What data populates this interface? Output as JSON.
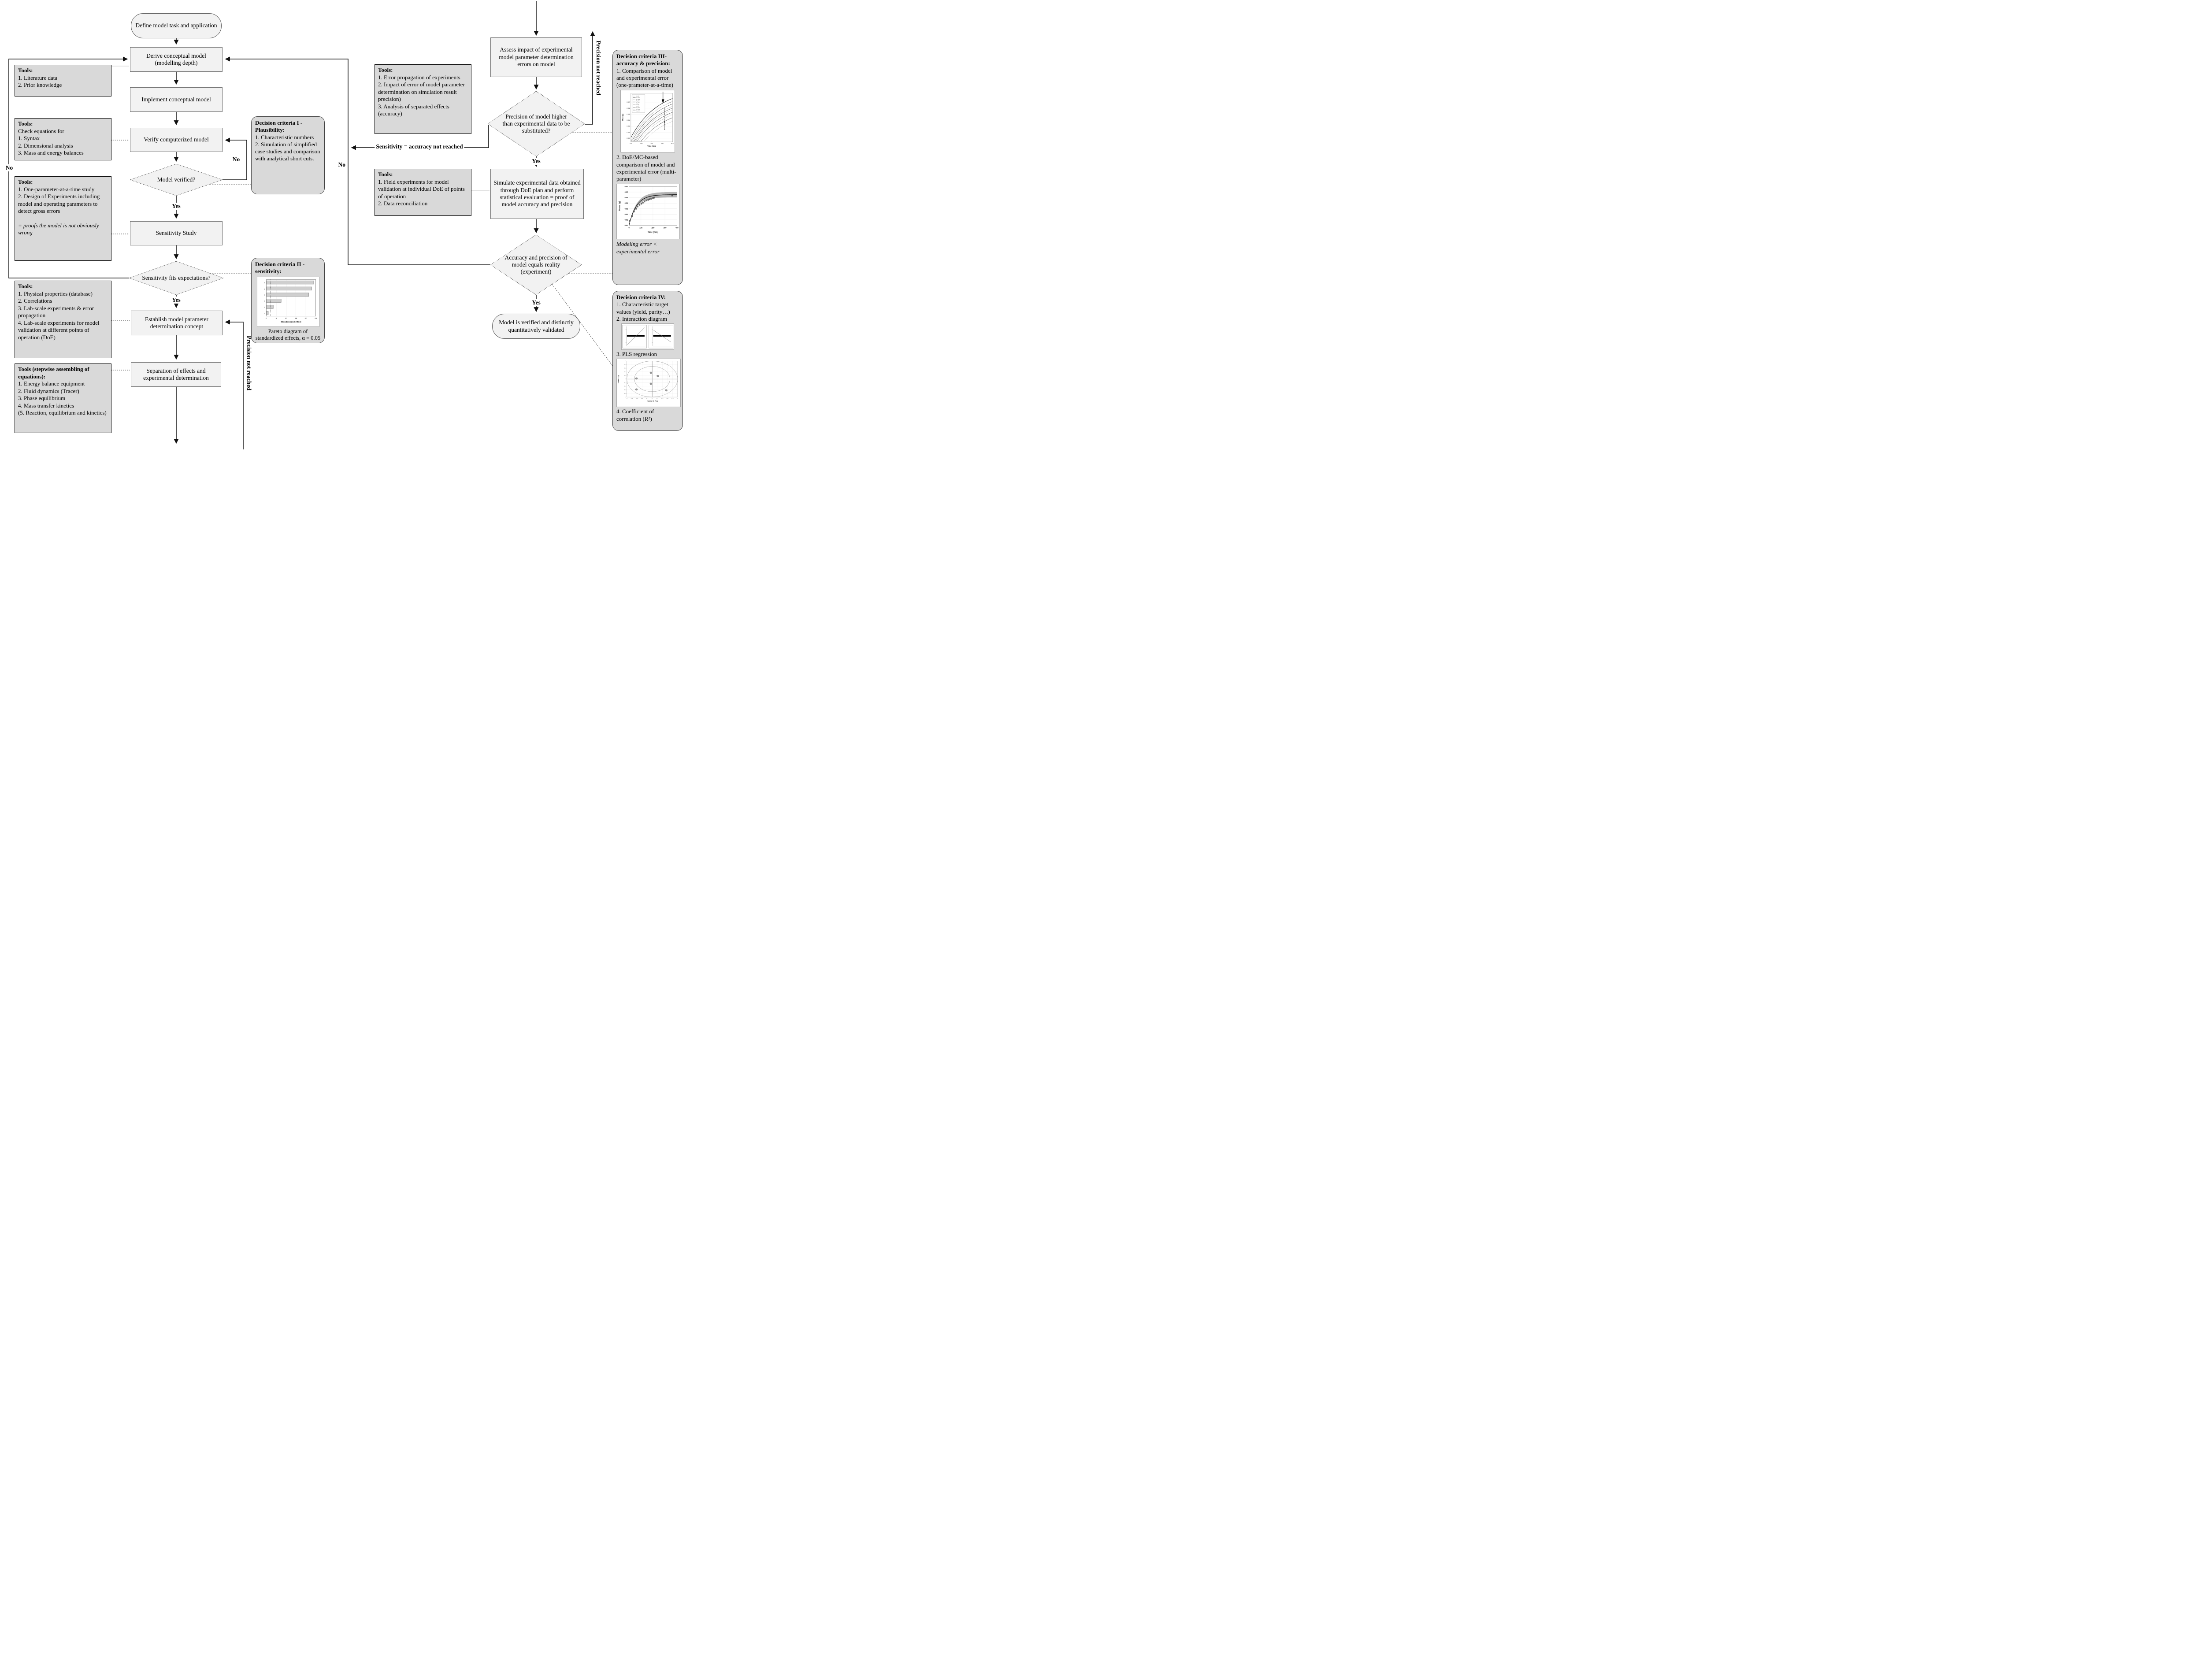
{
  "labels": {
    "yes": "Yes",
    "no": "No",
    "sensitivity_accuracy": "Sensitivity = accuracy not reached",
    "precision_not_reached": "Precision not reached"
  },
  "flow": {
    "start": "Define model task and application",
    "derive": "Derive conceptual model (modelling depth)",
    "implement": "Implement conceptual model",
    "verify": "Verify computerized model",
    "model_verified": "Model verified?",
    "sensitivity_study": "Sensitivity Study",
    "sensitivity_fits": "Sensitivity fits expectations?",
    "establish": "Establish model parameter determination concept",
    "separation": "Separation of effects and experimental determination",
    "assess": "Assess impact of experimental model parameter determination errors on model",
    "precision_higher": "Precision of model higher than experimental data to be substituted?",
    "simulate": "Simulate experimental data obtained through DoE plan and perform statistical evaluation = proof of model accuracy and precision",
    "accuracy_equals": "Accuracy and precision of model equals reality (experiment)",
    "validated": "Model is verified and distinctly quantitatively validated"
  },
  "tools_literature": {
    "title": "Tools:",
    "items": [
      "1. Literature data",
      "2. Prior knowledge"
    ]
  },
  "tools_equations": {
    "title": "Tools:",
    "items": [
      "Check equations for",
      "1. Syntax",
      "2. Dimensional analysis",
      "3. Mass and energy balances"
    ]
  },
  "tools_gross_errors": {
    "title": "Tools:",
    "items": [
      "1. One-parameter-at-a-time study",
      "2. Design of Experiments including model and operating parameters to detect gross errors"
    ],
    "note": "= proofs the model is not obviously wrong"
  },
  "tools_parameters": {
    "title": "Tools:",
    "items": [
      "1. Physical properties (database)",
      "2. Correlations",
      "3. Lab-scale experiments & error propagation",
      "4. Lab-scale experiments for model validation at different points of operation (DoE)"
    ]
  },
  "tools_stepwise": {
    "title": "Tools (stepwise assembling of equations):",
    "items": [
      "1. Energy balance equipment",
      "2. Fluid dynamics (Tracer)",
      "3. Phase equilibrium",
      "4. Mass transfer kinetics",
      "(5. Reaction, equilibrium and kinetics)"
    ]
  },
  "tools_error_prop": {
    "title": "Tools:",
    "items": [
      "1. Error propagation of experiments",
      "2. Impact of error of model parameter determination on simulation result precision)",
      "3. Analysis of separated effects (accuracy)"
    ]
  },
  "tools_field": {
    "title": "Tools:",
    "items": [
      "1. Field experiments for model validation at individual DoE of points of operation",
      "2. Data reconciliation"
    ]
  },
  "criteria1": {
    "title": "Decision criteria I - Plausibility:",
    "items": [
      "1. Characteristic numbers",
      "2. Simulation of simplified case studies and comparison with analytical short cuts."
    ]
  },
  "criteria2": {
    "title": "Decision criteria II - sensitivity:",
    "caption": "Pareto diagram of standardized effects, α = 0.05"
  },
  "criteria3": {
    "title": "Decision criteria III- accuracy & precision:",
    "item1": "1. Comparison of model and experimental error (one-prameter-at-a-time)",
    "item2": "2. DoE/MC-based comparison of model and experimental error (multi-parameter)",
    "note": "Modeling error < experimental error"
  },
  "criteria4": {
    "title": "Decision criteria IV:",
    "item1": "1. Characteristic target values (yield, purity…)",
    "item2": "2. Interaction diagram",
    "item3": "3. PLS regression",
    "item4": "4. Coefficient of correlation (R²)"
  },
  "chart_data": [
    {
      "id": "pareto",
      "type": "bar",
      "orientation": "horizontal",
      "title": "Pareto diagram of standardized effects",
      "categories": [
        "A",
        "B",
        "C",
        "D",
        "E",
        "F"
      ],
      "values": [
        24,
        23,
        21.5,
        7.5,
        3.5,
        1
      ],
      "threshold": 2.1,
      "xticks": [
        0,
        5,
        10,
        15,
        20,
        25
      ],
      "xlim": [
        0,
        25
      ],
      "xlabel": "Standardized effect"
    },
    {
      "id": "one_param",
      "type": "line",
      "xlabel": "Time (min)",
      "ylabel": "Mass (g)",
      "xlim": [
        200,
        400
      ],
      "xticks": [
        200,
        250,
        300,
        350,
        400
      ],
      "yticks": [
        "0.351",
        "0.352",
        "0.353",
        "0.354",
        "0.355",
        "0.356",
        "0.357"
      ],
      "legend": [
        "d_min",
        "d_max",
        "K_max",
        "K_min",
        "A_min",
        "h_min",
        "q_min",
        "q_max",
        "m_max",
        "m_min"
      ],
      "series_offsets": [
        -0.0022,
        -0.0016,
        -0.0011,
        -0.0007,
        -0.0003,
        0.0,
        0.0003,
        0.0007,
        0.0011,
        0.0016
      ],
      "exp_x": 362,
      "exp_points_y": [
        0.3548,
        0.3543,
        0.3537,
        0.3532
      ]
    },
    {
      "id": "doe_mc",
      "type": "line",
      "xlabel": "Time (min)",
      "ylabel": "Mass (g)",
      "xlim": [
        0,
        400
      ],
      "ylim": [
        0,
        0.07
      ],
      "xticks": [
        0,
        100,
        200,
        300,
        400
      ],
      "yticks": [
        "0.00",
        "0.01",
        "0.02",
        "0.03",
        "0.04",
        "0.05",
        "0.06",
        "0.07"
      ],
      "model": {
        "vmax": 0.0555,
        "tau": 62
      },
      "band": 0.004,
      "points": [
        [
          5,
          0.008
        ],
        [
          25,
          0.017
        ],
        [
          42,
          0.025
        ],
        [
          60,
          0.03
        ],
        [
          72,
          0.034
        ],
        [
          88,
          0.037
        ],
        [
          103,
          0.039
        ],
        [
          116,
          0.041
        ],
        [
          130,
          0.043
        ],
        [
          145,
          0.045
        ],
        [
          160,
          0.046
        ],
        [
          172,
          0.047
        ],
        [
          185,
          0.048
        ],
        [
          200,
          0.049
        ],
        [
          210,
          0.05
        ],
        [
          360,
          0.054
        ]
      ]
    },
    {
      "id": "interaction",
      "type": "line",
      "panels": [
        {
          "trend": "up"
        },
        {
          "trend": "down"
        }
      ]
    },
    {
      "id": "pls",
      "type": "scatter",
      "xlabel": "Factor-1 (%)",
      "ylabel": "Factor-2 (%)",
      "xlim": [
        -1,
        1
      ],
      "ylim": [
        -1,
        1
      ],
      "ticks": [
        -1,
        -0.8,
        -0.6,
        -0.4,
        -0.2,
        0,
        0.2,
        0.4,
        0.6,
        0.8,
        1
      ],
      "points": [
        [
          -0.62,
          0.03
        ],
        [
          -0.05,
          0.35
        ],
        [
          0.22,
          0.17
        ],
        [
          -0.05,
          -0.26
        ],
        [
          -0.62,
          -0.58
        ],
        [
          0.55,
          -0.63
        ]
      ]
    }
  ]
}
